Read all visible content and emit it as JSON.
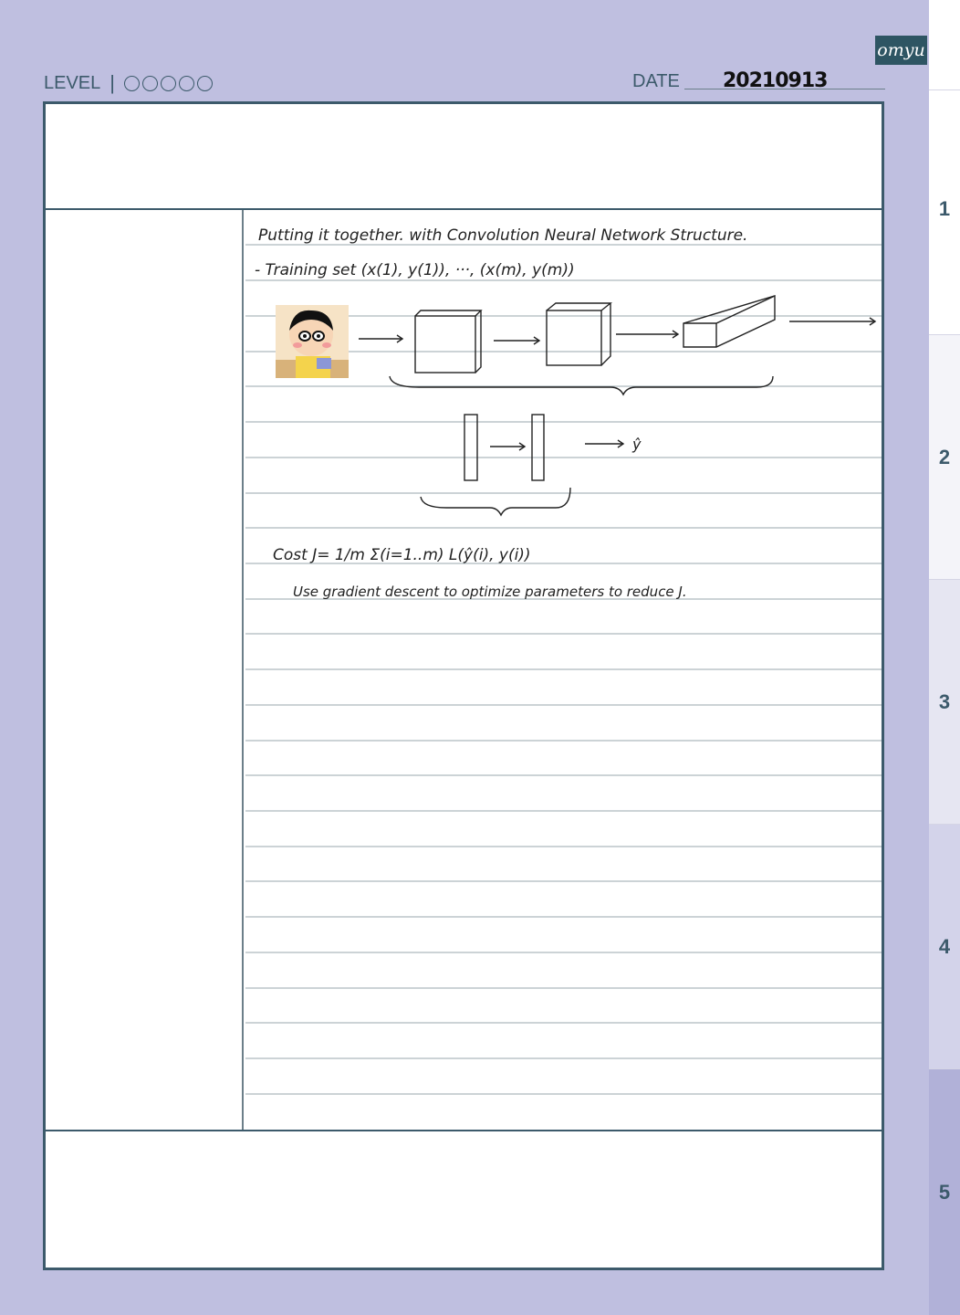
{
  "header": {
    "level_label": "LEVEL",
    "separator": "|",
    "level_circles": 5,
    "date_label": "DATE",
    "date_value": "20210913"
  },
  "app": {
    "logo_text": "omyu",
    "menu_icon": "hamburger-menu-icon"
  },
  "tabs": [
    {
      "label": "1"
    },
    {
      "label": "2"
    },
    {
      "label": "3"
    },
    {
      "label": "4"
    },
    {
      "label": "5",
      "active": true
    }
  ],
  "notes": {
    "line1": "Putting it together. with Convolution Neural Network Structure.",
    "line2": "- Training set (x(1), y(1)), ···, (x(m), y(m))",
    "diagram_yhat": "ŷ",
    "cost_line": "Cost J= 1/m Σ(i=1..m) L(ŷ(i), y(i))",
    "gd_line": "Use gradient descent to optimize parameters to reduce J."
  },
  "colors": {
    "background": "#bfbfe0",
    "frame": "#3c5a6b",
    "logo_bg": "#2e5563"
  }
}
